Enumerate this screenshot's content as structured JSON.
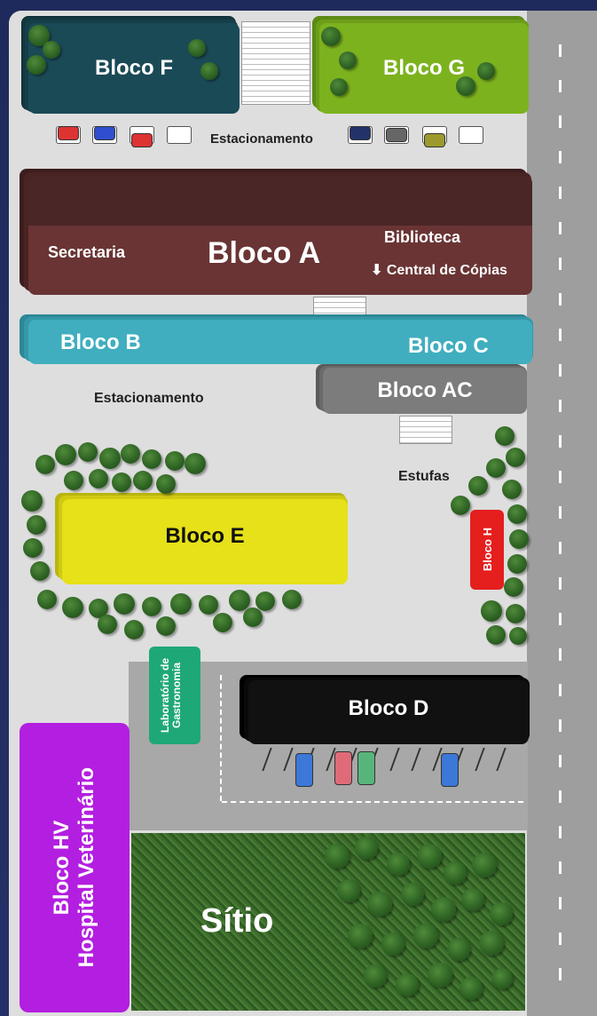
{
  "map": {
    "blocks": {
      "f": {
        "label": "Bloco F",
        "color": "#1a4a56"
      },
      "g": {
        "label": "Bloco G",
        "color": "#7db21f"
      },
      "a": {
        "label": "Bloco A",
        "color": "#5a2b2b",
        "left_label": "Secretaria",
        "right_top_label": "Biblioteca",
        "right_bottom_label": "⬇ Central de Cópias"
      },
      "b": {
        "label": "Bloco B",
        "color": "#40aebf"
      },
      "c": {
        "label": "Bloco C",
        "color": "#40aebf"
      },
      "ac": {
        "label": "Bloco AC",
        "color": "#7c7c7c"
      },
      "e": {
        "label": "Bloco E",
        "color": "#e6e118"
      },
      "h": {
        "label": "Bloco H",
        "color": "#e51e1e"
      },
      "lab": {
        "label": "Laboratório de Gastronomia",
        "color": "#1fa877"
      },
      "d": {
        "label": "Bloco D",
        "color": "#111111"
      },
      "hv": {
        "label_line1": "Bloco HV",
        "label_line2": "Hospital Veterinário",
        "color": "#b31fe0"
      }
    },
    "parking_top": "Estacionamento",
    "parking_mid": "Estacionamento",
    "greenhouse": "Estufas",
    "field": "Sítio"
  }
}
